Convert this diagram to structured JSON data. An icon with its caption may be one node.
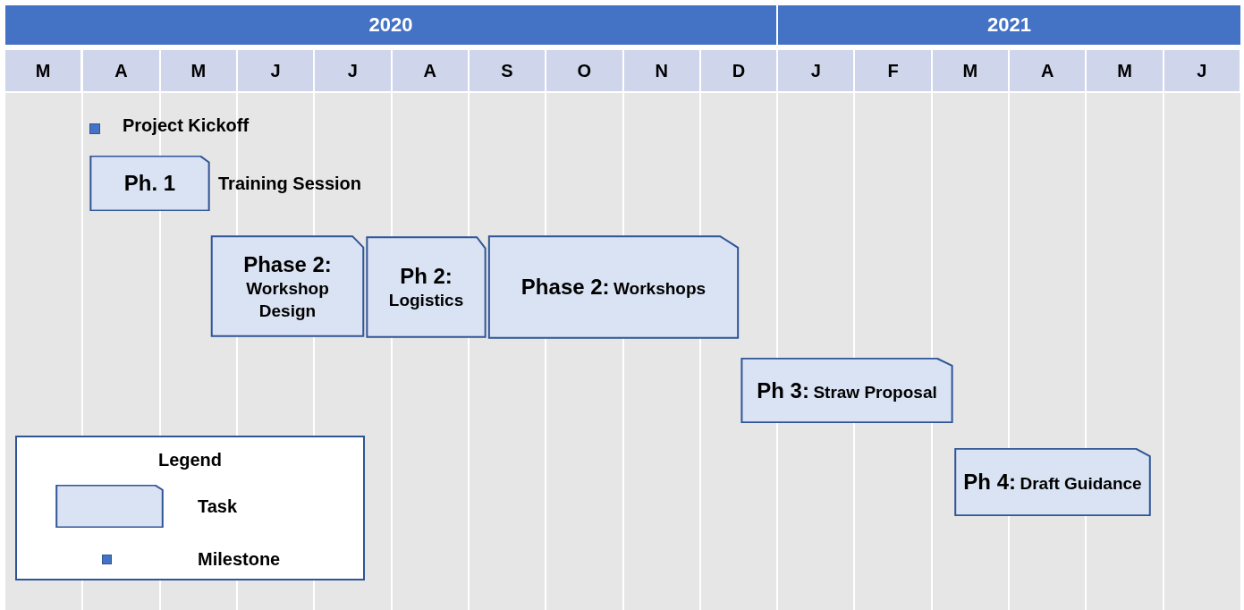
{
  "diagram": {
    "nodes": [
      {
        "text": [
          "Ph. 1"
        ],
        "beside": [
          "Training Session"
        ]
      },
      {
        "text": [
          "Phase 2:",
          "Workshop Design"
        ]
      },
      {
        "text": [
          "Ph 2:",
          "Logistics"
        ]
      },
      {
        "text": [
          "Phase 2:",
          "Workshops"
        ]
      },
      {
        "text": [
          "Ph 3:",
          "Straw Proposal"
        ]
      },
      {
        "text": [
          "Ph 4:",
          "Draft Guidance"
        ]
      }
    ],
    "edges": [],
    "labels": [
      "2020",
      "2021",
      "M",
      "A",
      "M",
      "J",
      "J",
      "A",
      "S",
      "O",
      "N",
      "D",
      "J",
      "F",
      "M",
      "A",
      "M",
      "J",
      "Project Kickoff",
      "Legend"
    ],
    "legend": [
      {
        "text": "Task"
      },
      {
        "text": "Milestone"
      }
    ]
  }
}
